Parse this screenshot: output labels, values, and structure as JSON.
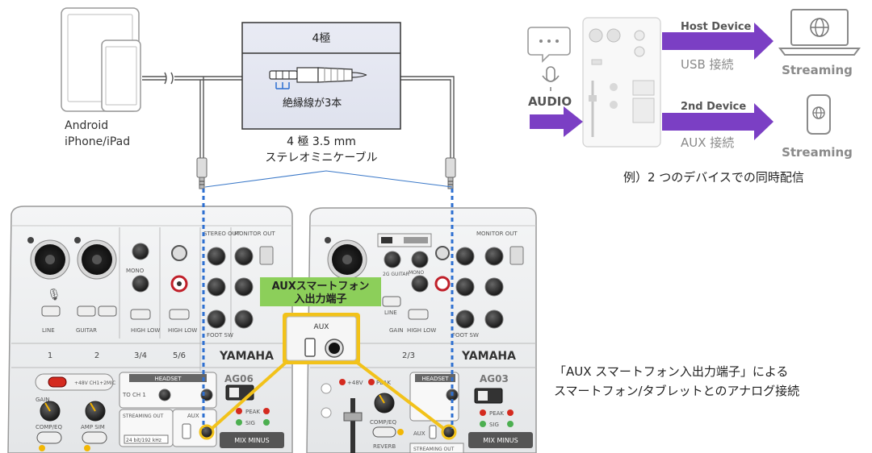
{
  "devices": {
    "tablet_label_line1": "Android",
    "tablet_label_line2": "iPhone/iPad"
  },
  "cable_box": {
    "header": "4極",
    "insulator_note": "絶縁線が3本",
    "caption_line1": "4 極 3.5 mm",
    "caption_line2": "ステレオミニケーブル"
  },
  "streaming_example": {
    "host_device_label": "Host Device",
    "usb_label": "USB 接続",
    "second_device_label": "2nd Device",
    "aux_label": "AUX 接続",
    "audio_label": "AUDIO",
    "streaming_label_1": "Streaming",
    "streaming_label_2": "Streaming",
    "caption": "例）2 つのデバイスでの同時配信",
    "arrow_color": "#7b3fc4"
  },
  "mixer_left": {
    "brand": "YAMAHA",
    "model": "AG06",
    "headset_label": "HEADSET",
    "streaming_out_label": "STREAMING OUT",
    "spec_label": "24 bit/192 kHz",
    "aux_label": "AUX",
    "mix_minus_label": "MIX MINUS",
    "monitor_out_label": "MONITOR OUT",
    "stereo_out_label": "STEREO OUT",
    "channels": [
      "1",
      "2",
      "3/4",
      "5/6"
    ],
    "line_label": "LINE",
    "guitar_label": "GUITAR",
    "gain_label": "GAIN",
    "high_low_label": "HIGH LOW",
    "mono_label": "MONO",
    "phantom_label": "+48V CH1+2MIC",
    "comp_eq_label": "COMP/EQ",
    "amp_sim_label": "AMP SIM",
    "to_ch1_label": "TO CH 1",
    "peak_label": "PEAK",
    "sig_label": "SIG",
    "foot_sw_label": "FOOT SW"
  },
  "mixer_right": {
    "brand": "YAMAHA",
    "model": "AG03",
    "headset_label": "HEADSET",
    "streaming_out_label": "STREAMING OUT",
    "aux_label": "AUX",
    "mix_minus_label": "MIX MINUS",
    "monitor_out_label": "MONITOR OUT",
    "channels": [
      "2/3"
    ],
    "guitar_label": "2G GUITAR",
    "line_label": "LINE",
    "gain_label": "GAIN",
    "high_low_label": "HIGH LOW",
    "phantom_label": "+48V",
    "comp_eq_label": "COMP/EQ",
    "reverb_label": "REVERB",
    "peak_label": "PEAK",
    "sig_label": "SIG",
    "foot_sw_label": "FOOT SW",
    "mono_label": "MONO"
  },
  "aux_callout": {
    "title_line1": "AUXスマートフォン",
    "title_line2": "入出力端子",
    "panel_label": "AUX",
    "box_color": "#8ccf5a",
    "highlight_color": "#f2c21a"
  },
  "right_caption": {
    "line1": "「AUX スマートフォン入出力端子」による",
    "line2": "スマートフォン/タブレットとのアナログ接続"
  }
}
